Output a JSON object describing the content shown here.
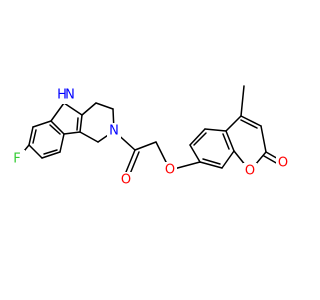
{
  "colors": {
    "background": "#ffffff",
    "bond": "#000000",
    "carbon": "#000000",
    "nitrogen": "#0000ff",
    "oxygen": "#ff0000",
    "fluorine": "#33cc33"
  },
  "atoms": {
    "F": "F",
    "NH": "H",
    "N_indole": "N",
    "N_amide": "N",
    "O_carbonyl": "O",
    "O_ether": "O",
    "O_ring": "O",
    "O_lactone": "O"
  }
}
